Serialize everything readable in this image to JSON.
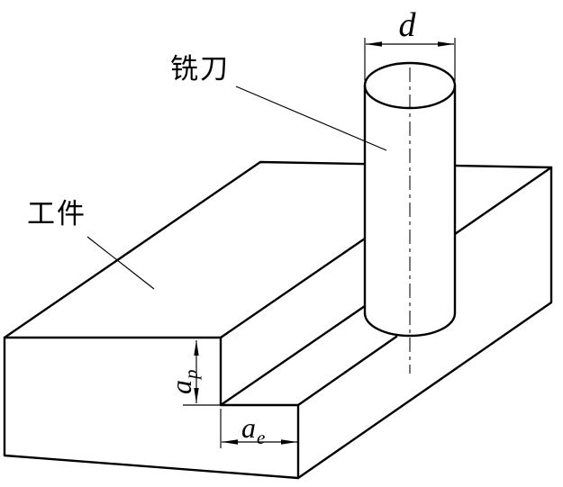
{
  "diagram": {
    "labels": {
      "cutter": "铣刀",
      "workpiece": "工件",
      "dim_diameter": "d",
      "dim_depth_base": "a",
      "dim_depth_sub": "p",
      "dim_width_base": "a",
      "dim_width_sub": "e"
    },
    "colors": {
      "line": "#000000",
      "background": "#ffffff"
    }
  }
}
